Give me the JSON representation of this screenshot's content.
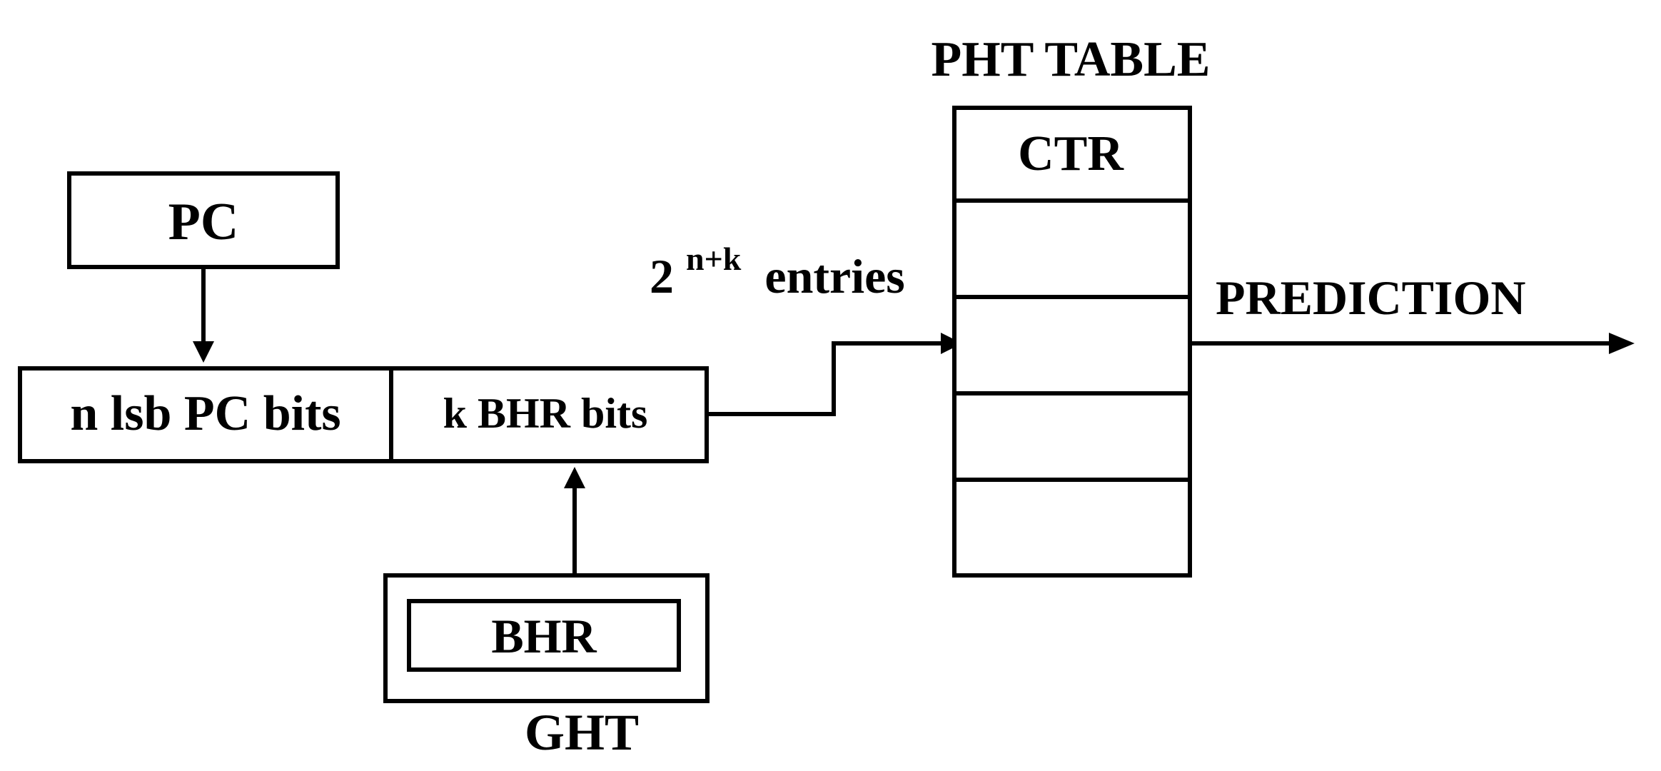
{
  "pc": {
    "label": "PC"
  },
  "index": {
    "pc_bits": "n lsb PC bits",
    "bhr_bits": "k BHR bits"
  },
  "ght": {
    "inner_label": "BHR",
    "label": "GHT"
  },
  "entries": {
    "base": "2",
    "exponent": "n+k",
    "text": "entries"
  },
  "pht": {
    "title": "PHT TABLE",
    "first_row": "CTR"
  },
  "output": {
    "label": "PREDICTION"
  }
}
